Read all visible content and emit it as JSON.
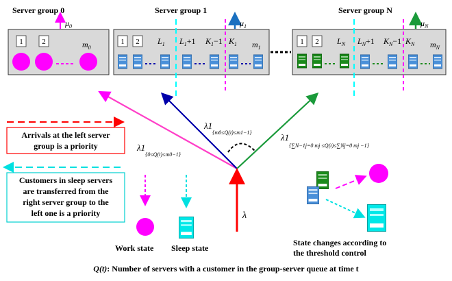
{
  "groups": {
    "g0": {
      "title": "Server group 0",
      "mu": "μ",
      "mu_sub": "0",
      "slot1": "1",
      "slot2": "2",
      "m": "m",
      "m_sub": "0"
    },
    "g1": {
      "title": "Server group 1",
      "mu": "μ",
      "mu_sub": "1",
      "slot1": "1",
      "slot2": "2",
      "L": "L",
      "L_sub": "1",
      "Lp": "L",
      "Lp_sub": "1",
      "Lp_suffix": "+1",
      "Km": "K",
      "Km_sub": "1",
      "Km_suffix": "−1",
      "K": "K",
      "K_sub": "1",
      "m": "m",
      "m_sub": "1"
    },
    "gN": {
      "title": "Server group N",
      "mu": "μ",
      "mu_sub": "N",
      "slot1": "1",
      "slot2": "2",
      "L": "L",
      "L_sub": "N",
      "Lp": "L",
      "Lp_sub": "N",
      "Lp_suffix": "+1",
      "Km": "K",
      "Km_sub": "N",
      "Km_suffix": "−1",
      "K": "K",
      "K_sub": "N",
      "m": "m",
      "m_sub": "N"
    }
  },
  "rates": {
    "lambda": "λ",
    "l0": "λ1",
    "l0_sub": "{0≤Q(t)≤m0−1}",
    "l1": "λ1",
    "l1_sub": "{m0≤Q(t)≤m1−1}",
    "lN": "λ1",
    "lN_sub": "{∑N−1j=0 mj ≤Q(t)≤∑Nj=0 mj −1}"
  },
  "notes": {
    "arrivals_line1": "Arrivals at the left server",
    "arrivals_line2": "group is a priority",
    "sleep_line1": "Customers in sleep servers",
    "sleep_line2": "are transferred from the",
    "sleep_line3": "right server group to the",
    "sleep_line4": "left one is a priority"
  },
  "legend": {
    "work": "Work state",
    "sleep": "Sleep state",
    "threshold_line1": "State changes according to",
    "threshold_line2": "the threshold control"
  },
  "caption": {
    "q": "Q(t)",
    "text": ": Number of servers with a customer in the group-server queue at time t"
  },
  "colors": {
    "magenta": "#ff00ff",
    "cyan": "#00ffff",
    "red": "#ff0000",
    "blue": "#4a90d9",
    "navy": "#0000aa",
    "green": "#1a8a1a",
    "panel": "#d9d9d9"
  }
}
